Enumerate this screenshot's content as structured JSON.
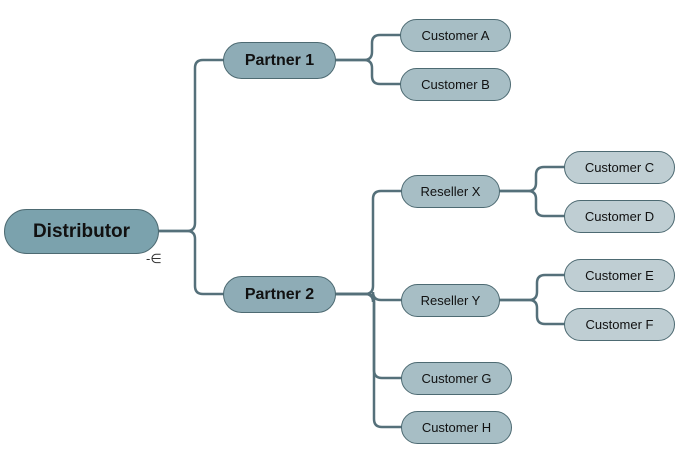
{
  "diagram": {
    "type": "mind-map",
    "root": {
      "label": "Distributor",
      "collapse_glyph": "-∈"
    },
    "partners": [
      {
        "label": "Partner 1"
      },
      {
        "label": "Partner 2"
      }
    ],
    "resellers": [
      {
        "label": "Reseller X"
      },
      {
        "label": "Reseller Y"
      }
    ],
    "customers": [
      {
        "label": "Customer A"
      },
      {
        "label": "Customer B"
      },
      {
        "label": "Customer C"
      },
      {
        "label": "Customer D"
      },
      {
        "label": "Customer E"
      },
      {
        "label": "Customer F"
      },
      {
        "label": "Customer G"
      },
      {
        "label": "Customer H"
      }
    ],
    "edges": [
      [
        "Distributor",
        "Partner 1"
      ],
      [
        "Distributor",
        "Partner 2"
      ],
      [
        "Partner 1",
        "Customer A"
      ],
      [
        "Partner 1",
        "Customer B"
      ],
      [
        "Partner 2",
        "Reseller X"
      ],
      [
        "Partner 2",
        "Reseller Y"
      ],
      [
        "Partner 2",
        "Customer G"
      ],
      [
        "Partner 2",
        "Customer H"
      ],
      [
        "Reseller X",
        "Customer C"
      ],
      [
        "Reseller X",
        "Customer D"
      ],
      [
        "Reseller Y",
        "Customer E"
      ],
      [
        "Reseller Y",
        "Customer F"
      ]
    ],
    "colors": {
      "line": "#55707a",
      "root_fill": "#7ba2ad",
      "level1_fill": "#8eacb6",
      "level2_fill": "#a7bec5",
      "level3_fill": "#bfced3",
      "border": "#4d6a72"
    }
  }
}
